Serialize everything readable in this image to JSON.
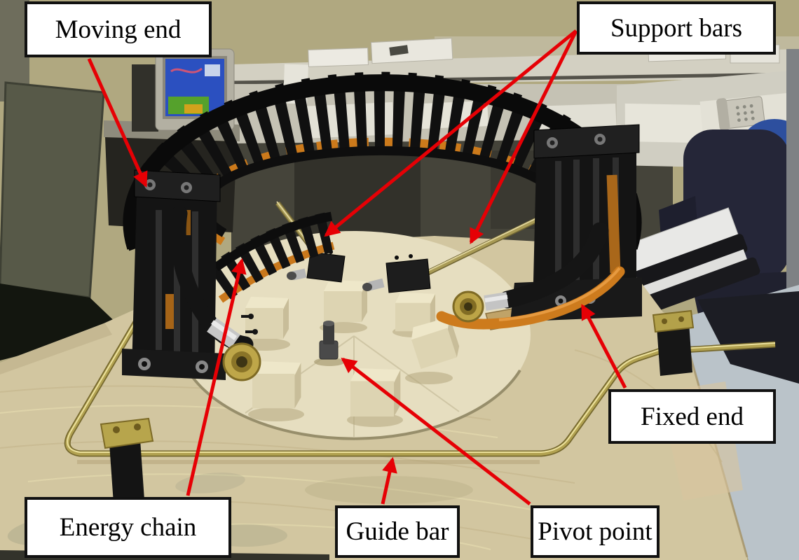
{
  "figure": {
    "type": "annotated-photograph",
    "subject": "circular energy chain test rig on a wooden table in an office",
    "caption_labels": [
      {
        "id": "moving-end",
        "text": "Moving end"
      },
      {
        "id": "support-bars",
        "text": "Support bars"
      },
      {
        "id": "fixed-end",
        "text": "Fixed end"
      },
      {
        "id": "energy-chain",
        "text": "Energy chain"
      },
      {
        "id": "guide-bar",
        "text": "Guide bar"
      },
      {
        "id": "pivot-point",
        "text": "Pivot point"
      }
    ],
    "annotation_style": {
      "arrow_color": "#e60005",
      "box_background": "#ffffff",
      "box_border": "#111111",
      "text_color": "#000000"
    }
  }
}
